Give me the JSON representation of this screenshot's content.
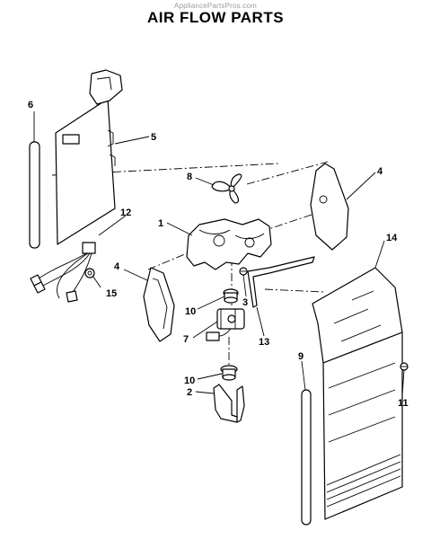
{
  "watermark": "AppliancePartsPros.com",
  "title": "AIR FLOW PARTS",
  "labels": {
    "l1": "1",
    "l2": "2",
    "l3": "3",
    "l4a": "4",
    "l4b": "4",
    "l5": "5",
    "l6": "6",
    "l7": "7",
    "l8": "8",
    "l9": "9",
    "l10a": "10",
    "l10b": "10",
    "l11": "11",
    "l12": "12",
    "l13": "13",
    "l14": "14",
    "l15": "15"
  }
}
